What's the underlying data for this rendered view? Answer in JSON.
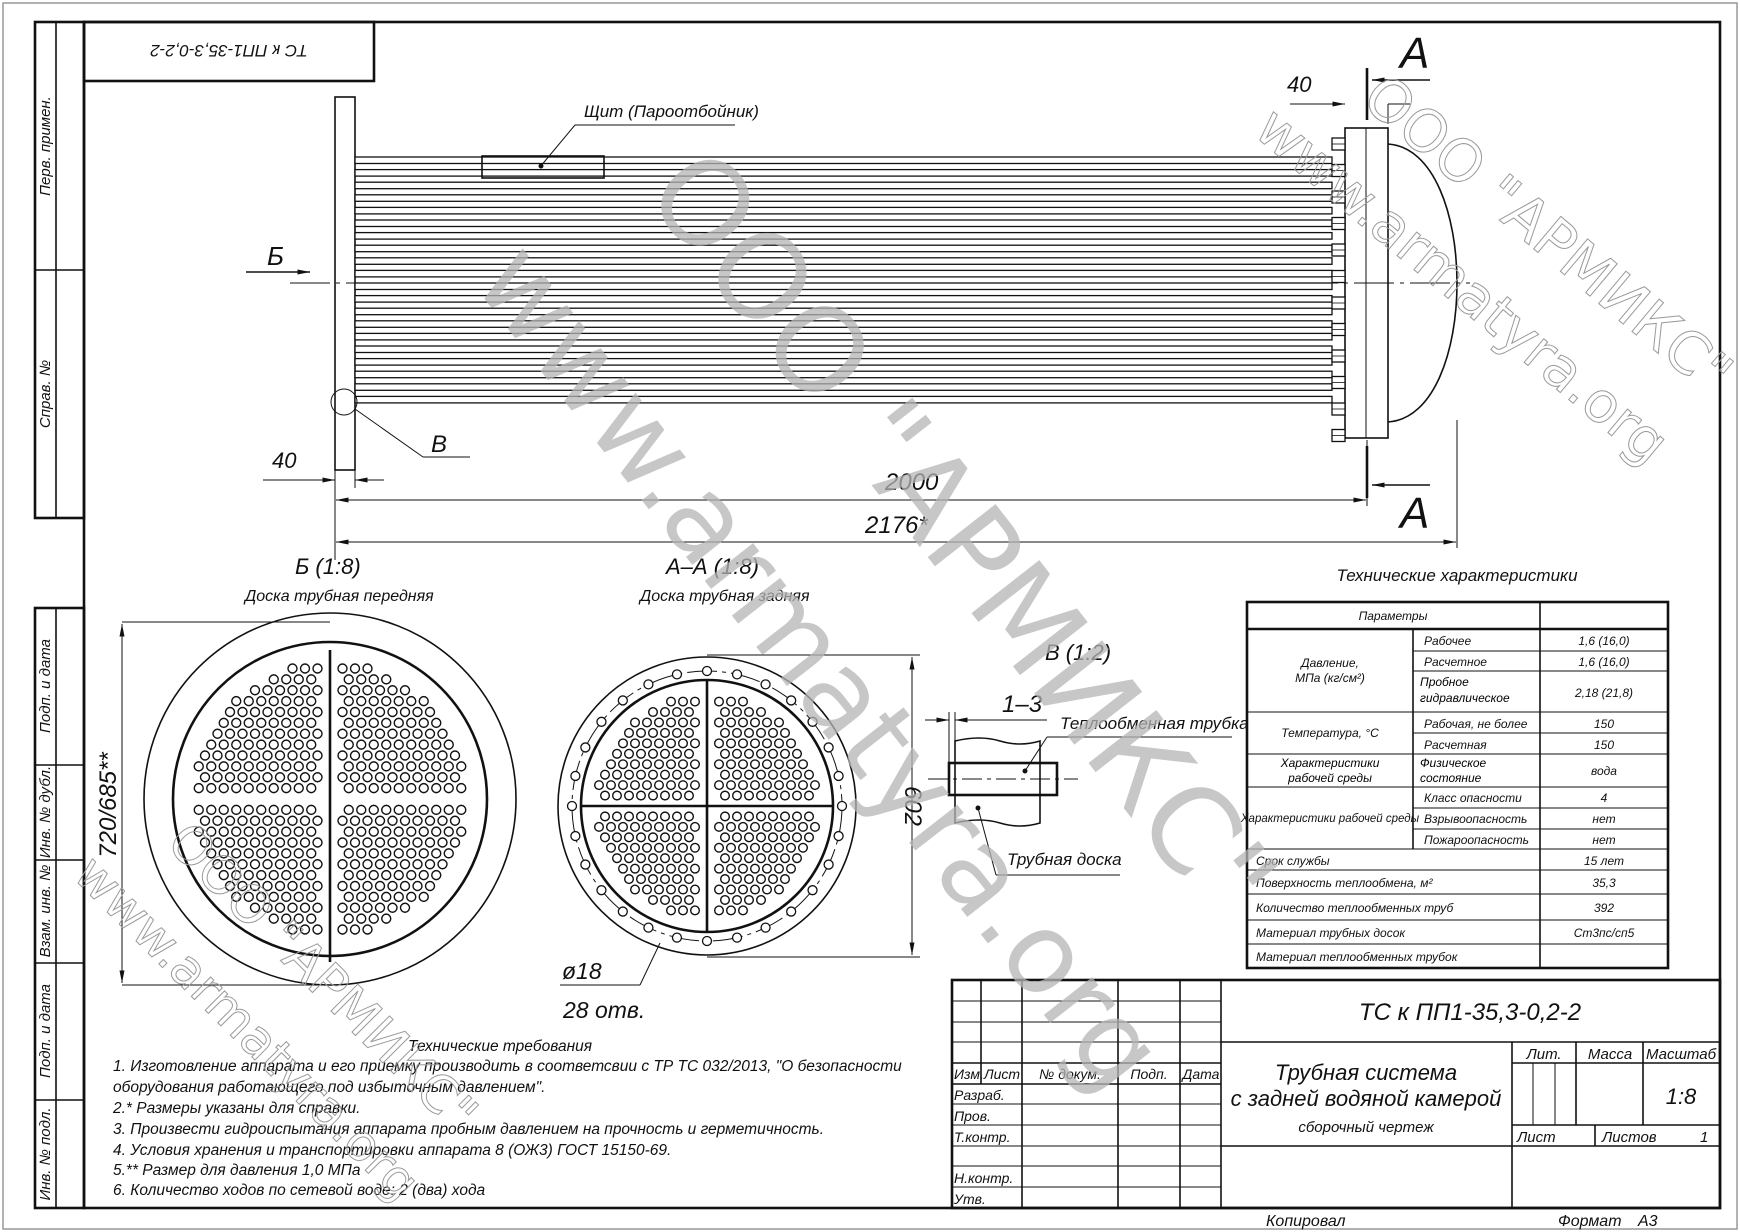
{
  "stamp_top": "ТС к ПП1-35,3-0,2-2",
  "side_labels": {
    "perv_primen": "Перв. примен.",
    "sprav_no": "Справ. №",
    "podp_data_1": "Подп. и дата",
    "inv_dubl": "Инв. № дубл.",
    "vzam_inv": "Взам. инв. №",
    "podp_data_2": "Подп. и дата",
    "inv_podl": "Инв. № подл."
  },
  "main_view": {
    "shield_label": "Щит (Пароотбойник)",
    "view_b_mark": "Б",
    "detail_v_mark": "В",
    "section_a_mark": "А",
    "dim_flange_front": "40",
    "dim_flange_rear": "40",
    "dim_length": "2000",
    "dim_total": "2176*"
  },
  "view_b": {
    "title": "Б (1:8)",
    "subtitle": "Доска трубная передняя",
    "dim_diameter": "720/685**"
  },
  "view_a": {
    "title": "А–А (1:8)",
    "subtitle": "Доска трубная задняя",
    "dim_diameter": "602",
    "hole_dia": "ø18",
    "hole_count": "28 отв."
  },
  "detail_v": {
    "title": "В (1:2)",
    "dim": "1–3",
    "tube_label": "Теплообменная трубка",
    "sheet_label": "Трубная доска"
  },
  "tech_char": {
    "title": "Технические характеристики",
    "header": "Параметры",
    "pressure_label": "Давление,",
    "pressure_unit": "МПа (кг/см²)",
    "pressure_rows": [
      {
        "label": "Рабочее",
        "value": "1,6 (16,0)"
      },
      {
        "label": "Расчетное",
        "value": "1,6 (16,0)"
      },
      {
        "label": "Пробное гидравлическое",
        "value": "2,18 (21,8)"
      }
    ],
    "temp_label": "Температура, °С",
    "temp_rows": [
      {
        "label": "Рабочая, не более",
        "value": "150"
      },
      {
        "label": "Расчетная",
        "value": "150"
      }
    ],
    "medium_label": "Характеристики рабочей среды",
    "medium_state": {
      "label": "Физическое состояние",
      "value": "вода"
    },
    "medium_label_2": "Характеристики рабочей среды",
    "medium_rows": [
      {
        "label": "Класс опасности",
        "value": "4"
      },
      {
        "label": "Взрывоопасность",
        "value": "нет"
      },
      {
        "label": "Пожароопасность",
        "value": "нет"
      }
    ],
    "general_rows": [
      {
        "label": "Срок службы",
        "value": "15 лет"
      },
      {
        "label": "Поверхность теплообмена, м²",
        "value": "35,3"
      },
      {
        "label": "Количество теплообменных труб",
        "value": "392"
      },
      {
        "label": "Материал трубных досок",
        "value": "Ст3пс/сп5"
      },
      {
        "label": "Материал теплообменных трубок",
        "value": ""
      }
    ]
  },
  "tech_req": {
    "title": "Технические требования",
    "lines": [
      "1. Изготовление аппарата и его приемку производить в соответсвии с ТР ТС 032/2013, \"О безопасности",
      "оборудования работающего под избыточным давлением\".",
      "2.* Размеры указаны для справки.",
      "3. Произвести гидроиспытания аппарата пробным давлением на прочность и герметичность.",
      "4. Условия хранения и транспортировки аппарата 8 (ОЖ3) ГОСТ 15150-69.",
      "5.** Размер для давления 1,0 МПа",
      "6. Количество ходов по сетевой воде: 2 (два) хода"
    ]
  },
  "title_block": {
    "designation": "ТС к ПП1-35,3-0,2-2",
    "name_line1": "Трубная система",
    "name_line2": "с задней водяной камерой",
    "doc_type": "сборочный чертеж",
    "col_izm": "Изм.",
    "col_list": "Лист",
    "col_doc": "№ докум.",
    "col_podp": "Подп.",
    "col_date": "Дата",
    "razrab": "Разраб.",
    "prov": "Пров.",
    "tkontr": "Т.контр.",
    "nkontr": "Н.контр.",
    "utv": "Утв.",
    "lit": "Лит.",
    "mass": "Масса",
    "scale_label": "Масштаб",
    "scale": "1:8",
    "sheet": "Лист",
    "sheets": "Листов",
    "sheets_value": "1",
    "copied": "Копировал",
    "format_label": "Формат",
    "format": "А3"
  },
  "watermark": {
    "company": "ООО \"АРМИКС\"",
    "url": "www.armatyra.org"
  }
}
